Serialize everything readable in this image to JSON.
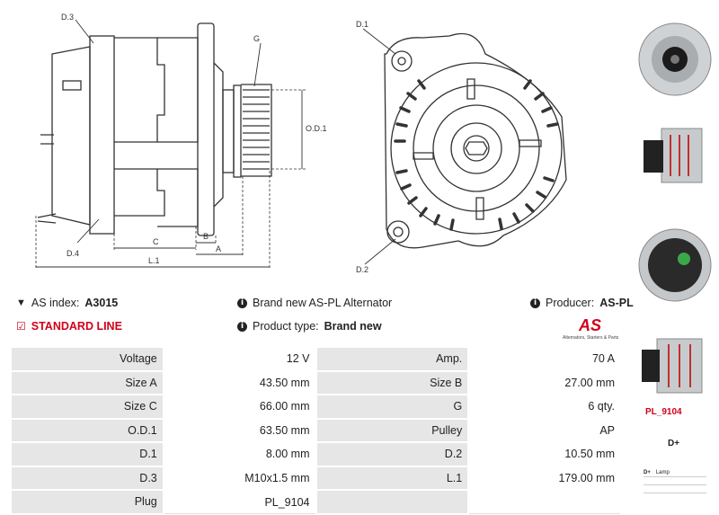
{
  "drawing": {
    "labels": {
      "d3": "D.3",
      "d4": "D.4",
      "g": "G",
      "od1": "O.D.1",
      "c": "C",
      "b": "B",
      "a": "A",
      "l1": "L.1",
      "d1": "D.1",
      "d2": "D.2"
    }
  },
  "info": {
    "as_index_label": "AS index:",
    "as_index_value": "A3015",
    "standard_line": "STANDARD LINE",
    "brand_new_text": "Brand new AS-PL Alternator",
    "product_type_label": "Product type:",
    "product_type_value": "Brand new",
    "producer_label": "Producer:",
    "producer_value": "AS-PL",
    "logo_text": "AS",
    "logo_sub": "Alternators, Starters & Parts"
  },
  "specs": [
    {
      "l1": "Voltage",
      "v1": "12 V",
      "l2": "Amp.",
      "v2": "70 A"
    },
    {
      "l1": "Size A",
      "v1": "43.50 mm",
      "l2": "Size B",
      "v2": "27.00 mm"
    },
    {
      "l1": "Size C",
      "v1": "66.00 mm",
      "l2": "G",
      "v2": "6 qty."
    },
    {
      "l1": "O.D.1",
      "v1": "63.50 mm",
      "l2": "Pulley",
      "v2": "AP"
    },
    {
      "l1": "D.1",
      "v1": "8.00 mm",
      "l2": "D.2",
      "v2": "10.50 mm"
    },
    {
      "l1": "D.3",
      "v1": "M10x1.5 mm",
      "l2": "L.1",
      "v2": "179.00 mm"
    },
    {
      "l1": "Plug",
      "v1": "PL_9104",
      "l2": "",
      "v2": ""
    }
  ],
  "side": {
    "plug_code": "PL_9104",
    "terminal": "D+",
    "mini_table": [
      {
        "k": "D+",
        "v": "Lamp"
      },
      {
        "k": "",
        "v": ""
      },
      {
        "k": "",
        "v": ""
      }
    ]
  },
  "colors": {
    "accent": "#d0021b",
    "label_bg": "#e6e6e6"
  }
}
